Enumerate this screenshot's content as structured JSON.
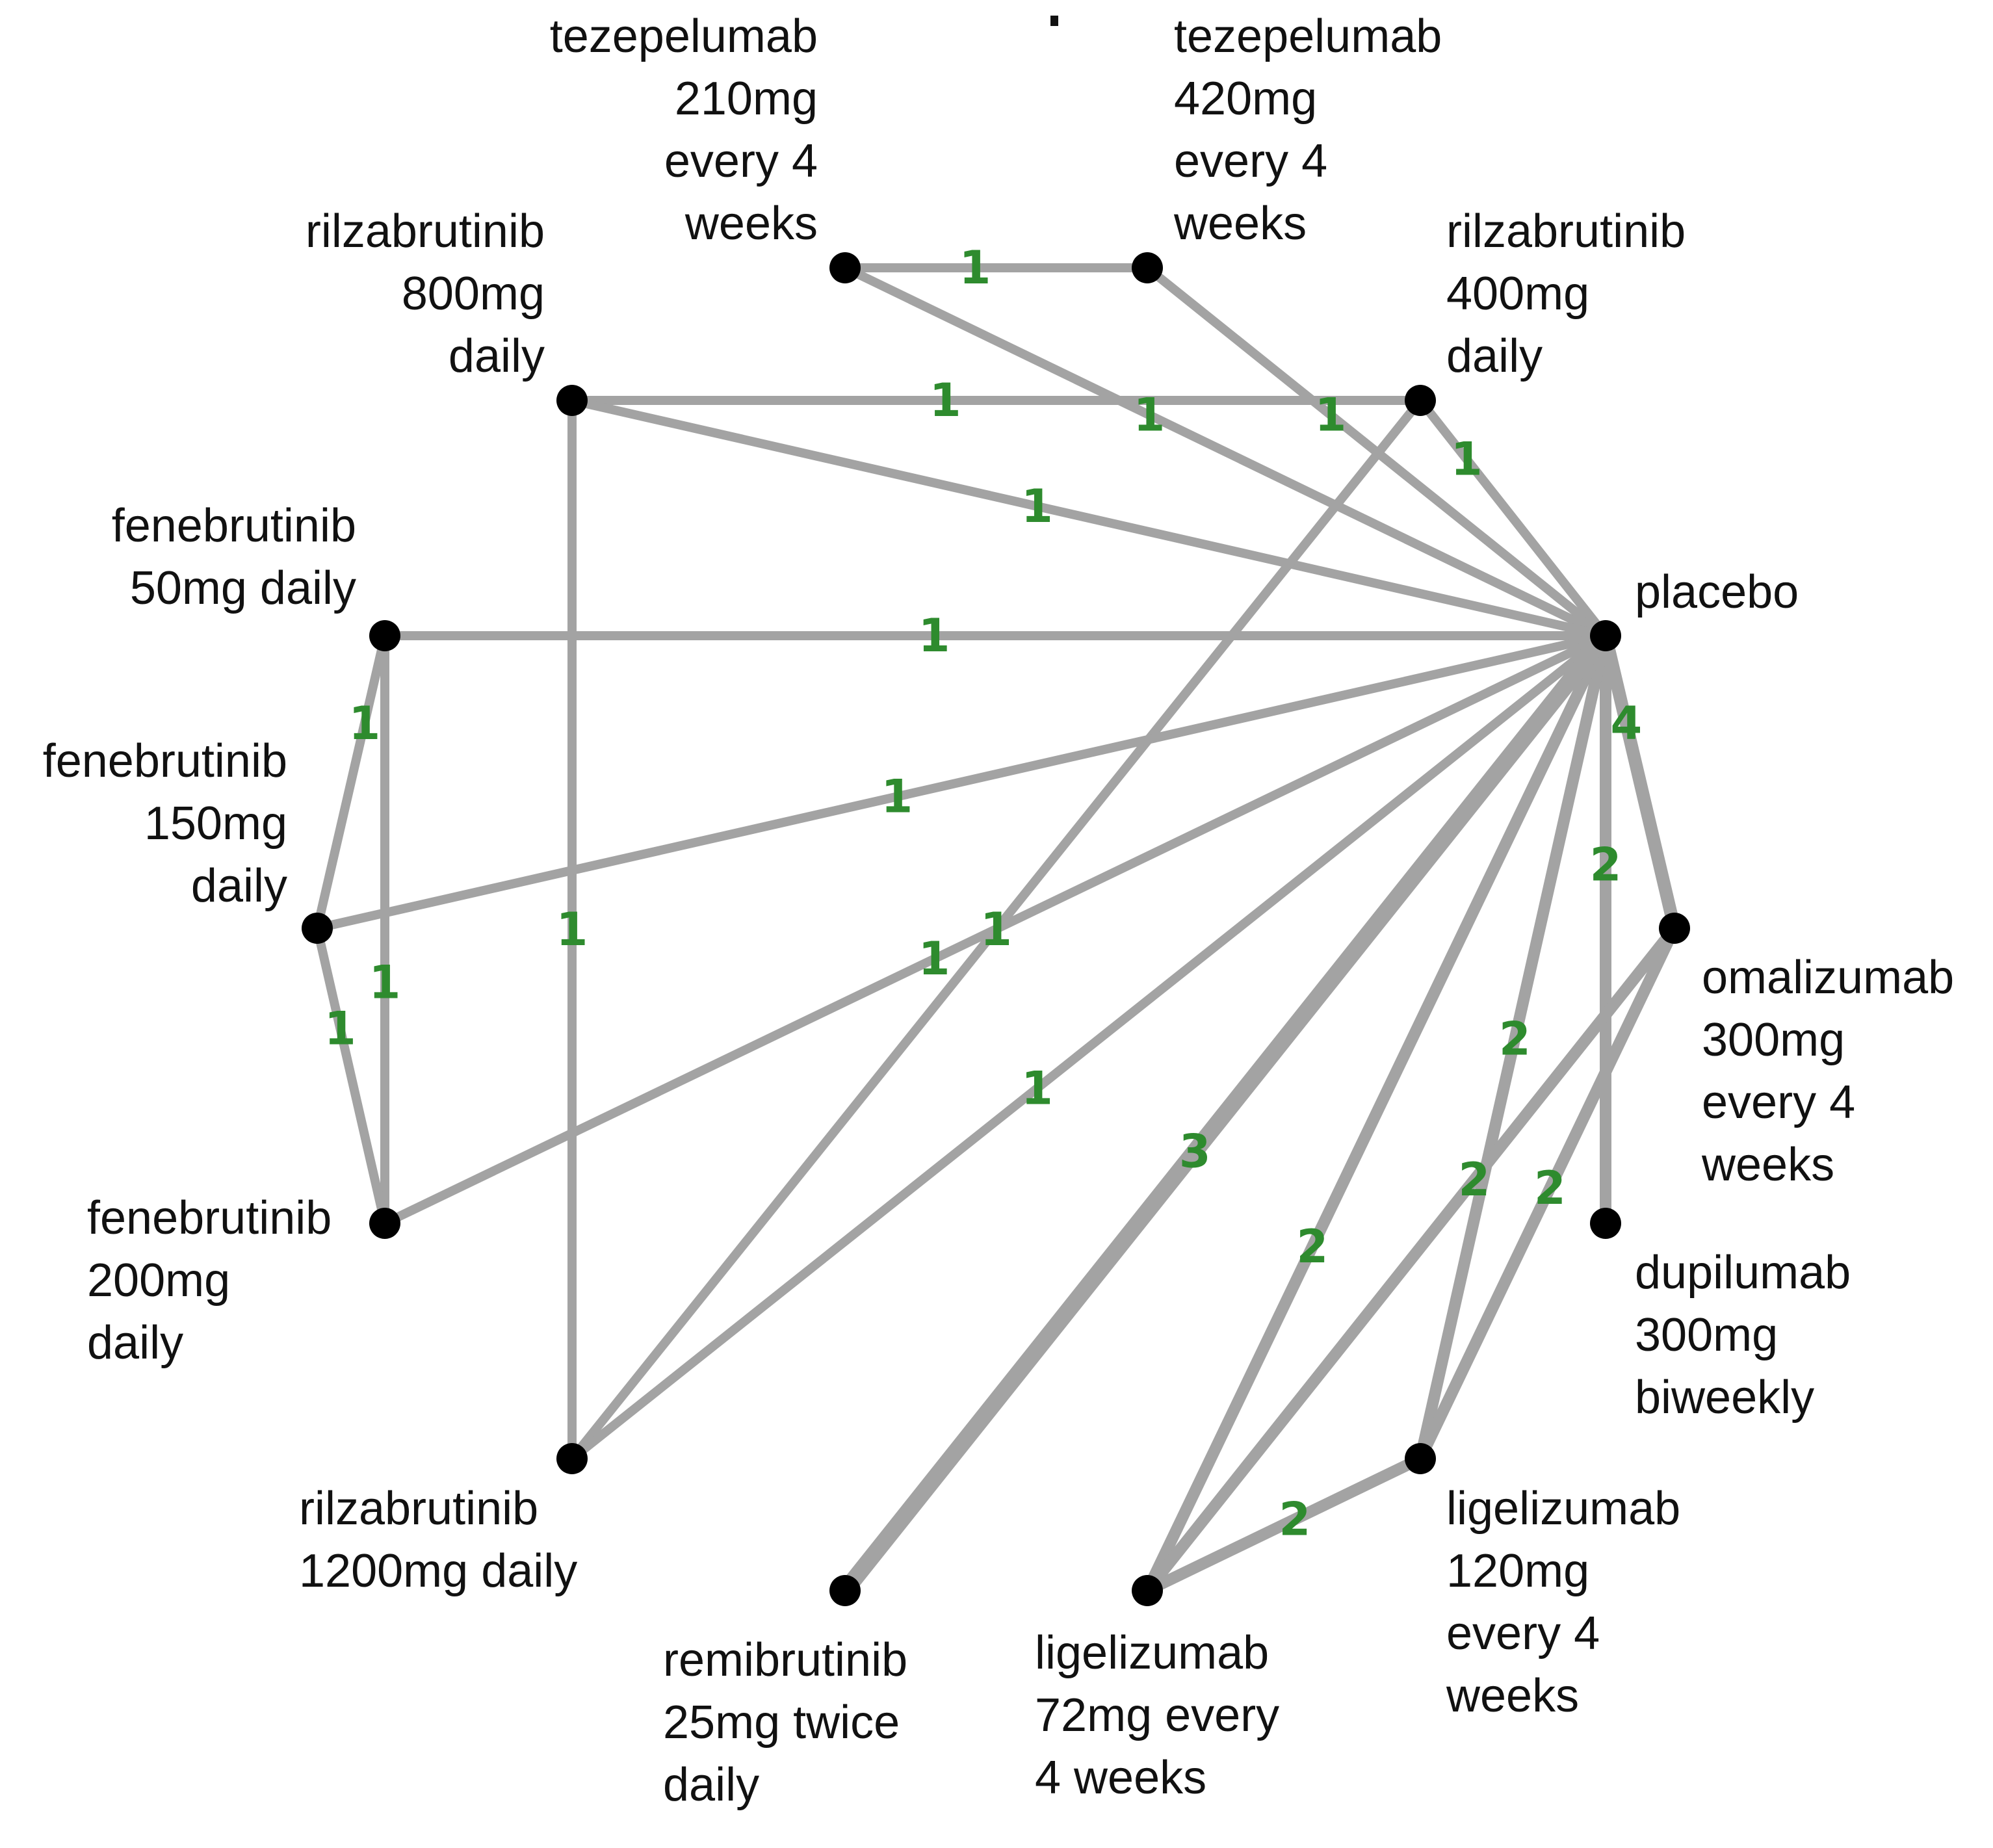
{
  "nodes": [
    {
      "id": "placebo",
      "lines": [
        "placebo"
      ]
    },
    {
      "id": "omalizumab300",
      "lines": [
        "omalizumab",
        "300mg",
        "every 4",
        "weeks"
      ]
    },
    {
      "id": "dupilumab300",
      "lines": [
        "dupilumab",
        "300mg",
        "biweekly"
      ]
    },
    {
      "id": "ligelizumab120",
      "lines": [
        "ligelizumab",
        "120mg",
        "every 4",
        "weeks"
      ]
    },
    {
      "id": "ligelizumab72",
      "lines": [
        "ligelizumab",
        "72mg every",
        "4 weeks"
      ]
    },
    {
      "id": "remibrutinib25",
      "lines": [
        "remibrutinib",
        "25mg twice",
        "daily"
      ]
    },
    {
      "id": "rilzabrutinib1200",
      "lines": [
        "rilzabrutinib",
        "1200mg daily"
      ]
    },
    {
      "id": "fenebrutinib200",
      "lines": [
        "fenebrutinib",
        "200mg",
        "daily"
      ]
    },
    {
      "id": "fenebrutinib150",
      "lines": [
        "fenebrutinib",
        "150mg",
        "daily"
      ]
    },
    {
      "id": "fenebrutinib50",
      "lines": [
        "fenebrutinib",
        "50mg daily"
      ]
    },
    {
      "id": "rilzabrutinib800",
      "lines": [
        "rilzabrutinib",
        "800mg",
        "daily"
      ]
    },
    {
      "id": "tezepelumab210",
      "lines": [
        "tezepelumab",
        "210mg",
        "every 4",
        "weeks"
      ]
    },
    {
      "id": "tezepelumab420",
      "lines": [
        "tezepelumab",
        "420mg",
        "every 4",
        "weeks"
      ]
    },
    {
      "id": "rilzabrutinib400",
      "lines": [
        "rilzabrutinib",
        "400mg",
        "daily"
      ]
    }
  ],
  "edges": [
    {
      "from": "tezepelumab210",
      "to": "tezepelumab420",
      "label": "1"
    },
    {
      "from": "tezepelumab210",
      "to": "placebo",
      "label": "1"
    },
    {
      "from": "tezepelumab420",
      "to": "placebo",
      "label": "1"
    },
    {
      "from": "rilzabrutinib800",
      "to": "rilzabrutinib400",
      "label": "1"
    },
    {
      "from": "rilzabrutinib800",
      "to": "placebo",
      "label": "1"
    },
    {
      "from": "rilzabrutinib800",
      "to": "rilzabrutinib1200",
      "label": "1"
    },
    {
      "from": "rilzabrutinib400",
      "to": "placebo",
      "label": "1"
    },
    {
      "from": "rilzabrutinib400",
      "to": "rilzabrutinib1200",
      "label": "1"
    },
    {
      "from": "fenebrutinib50",
      "to": "placebo",
      "label": "1"
    },
    {
      "from": "fenebrutinib150",
      "to": "placebo",
      "label": "1"
    },
    {
      "from": "fenebrutinib200",
      "to": "placebo",
      "label": "1"
    },
    {
      "from": "rilzabrutinib1200",
      "to": "placebo",
      "label": "1"
    },
    {
      "from": "fenebrutinib50",
      "to": "fenebrutinib150",
      "label": "1"
    },
    {
      "from": "fenebrutinib50",
      "to": "fenebrutinib200",
      "label": "1"
    },
    {
      "from": "fenebrutinib150",
      "to": "fenebrutinib200",
      "label": "1"
    },
    {
      "from": "placebo",
      "to": "omalizumab300",
      "label": "4"
    },
    {
      "from": "placebo",
      "to": "dupilumab300",
      "label": "2"
    },
    {
      "from": "placebo",
      "to": "ligelizumab120",
      "label": "2"
    },
    {
      "from": "placebo",
      "to": "ligelizumab72",
      "label": "2"
    },
    {
      "from": "placebo",
      "to": "remibrutinib25",
      "label": "3"
    },
    {
      "from": "omalizumab300",
      "to": "ligelizumab120",
      "label": "2"
    },
    {
      "from": "omalizumab300",
      "to": "ligelizumab72",
      "label": "2"
    },
    {
      "from": "ligelizumab120",
      "to": "ligelizumab72",
      "label": "2"
    }
  ]
}
